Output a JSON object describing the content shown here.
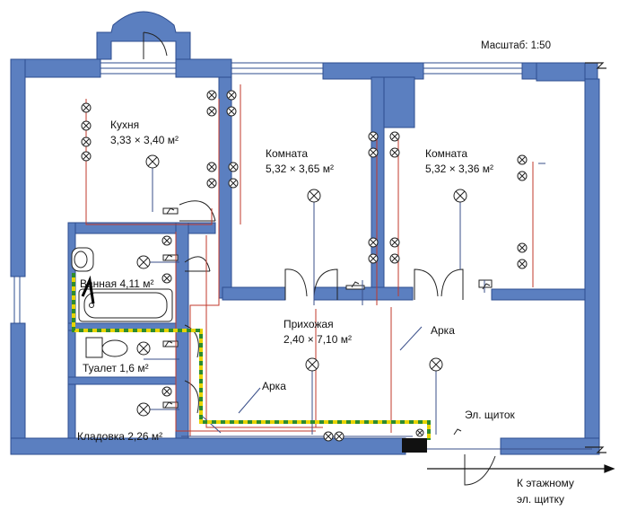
{
  "scale": "Масштаб: 1:50",
  "rooms": {
    "kitchen": {
      "name": "Кухня",
      "dims": "3,33 × 3,40 м²"
    },
    "room1": {
      "name": "Комната",
      "dims": "5,32 × 3,65 м²"
    },
    "room2": {
      "name": "Комната",
      "dims": "5,32 × 3,36 м²"
    },
    "hall": {
      "name": "Прихожая",
      "dims": "2,40 × 7,10 м²"
    },
    "bath": {
      "label": "Ванная 4,11 м²"
    },
    "toilet": {
      "label": "Туалет 1,6 м²"
    },
    "storage": {
      "label": "Кладовка 2,26 м²"
    }
  },
  "labels": {
    "arch1": "Арка",
    "arch2": "Арка",
    "panel": "Эл. щиток",
    "feed_line1": "К этажному",
    "feed_line2": "эл. щитку"
  },
  "colors": {
    "wall": "#5b7fc0",
    "wire_red": "#c0392b",
    "wire_blue": "#3a4f8a",
    "ground": "#e8d400",
    "ground2": "#2e8b2e"
  }
}
